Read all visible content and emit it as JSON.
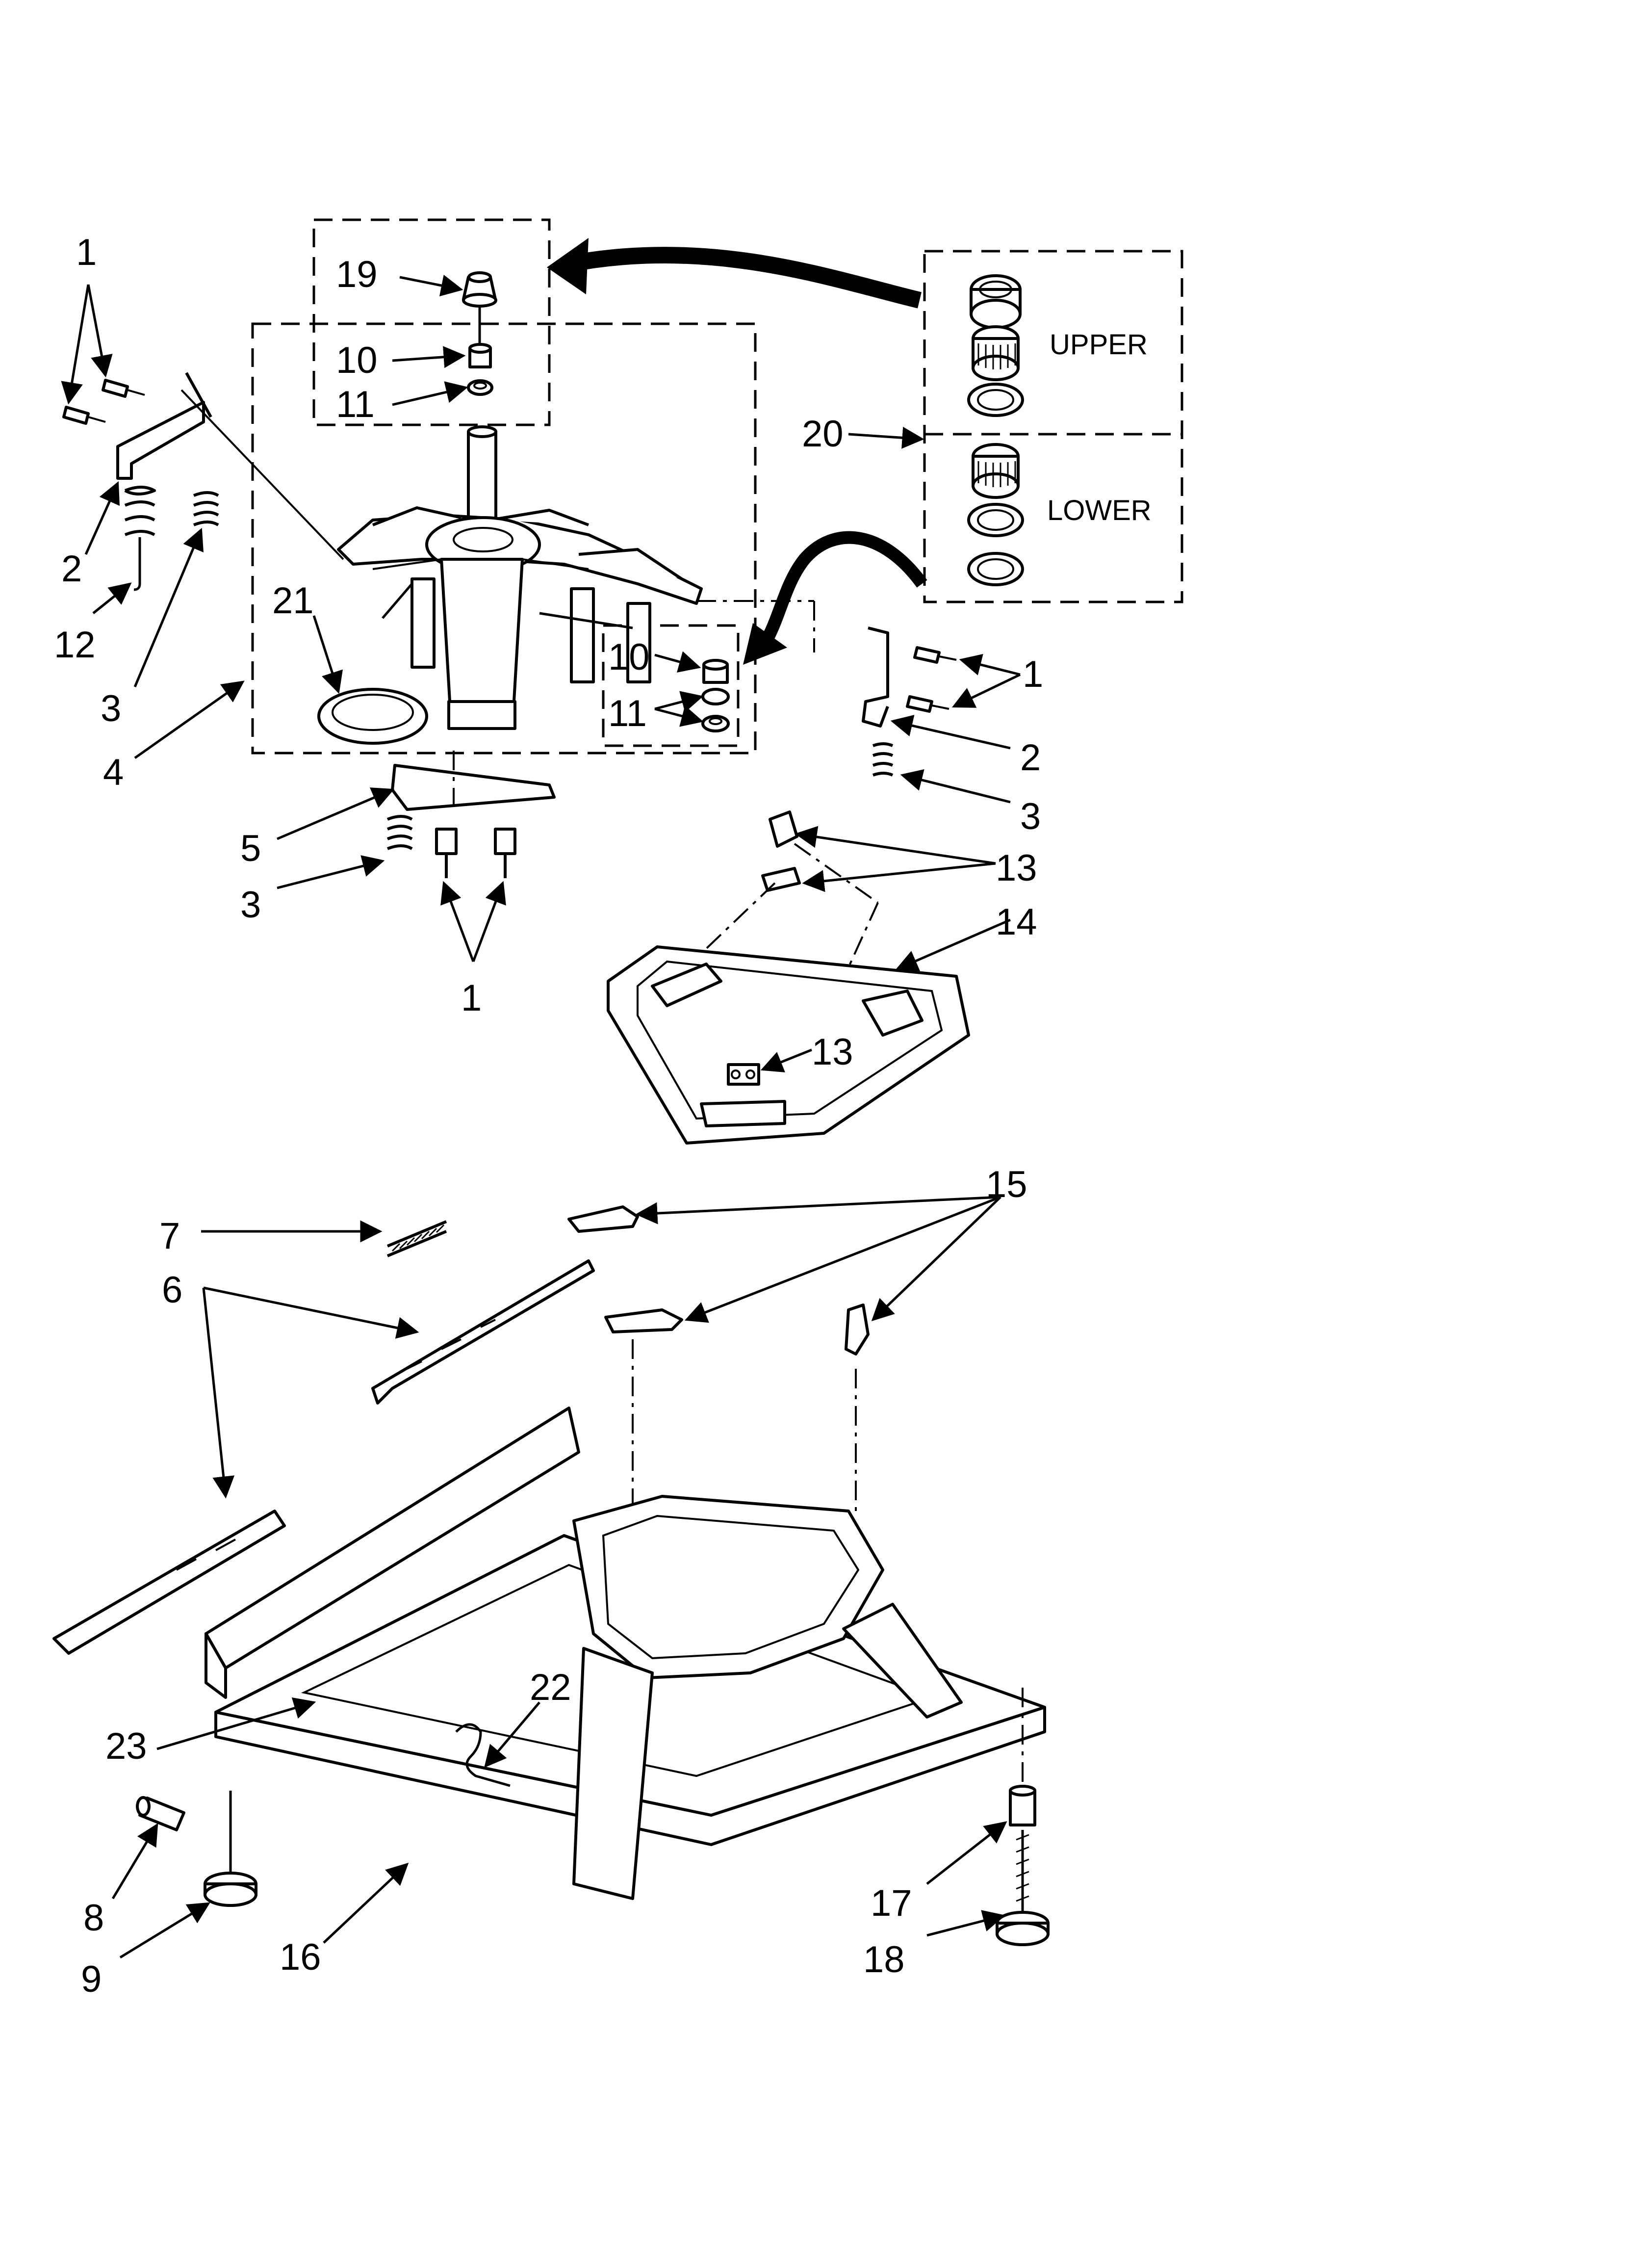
{
  "callouts": {
    "c1a": "1",
    "c2a": "2",
    "c12": "12",
    "c3a": "3",
    "c4": "4",
    "c19": "19",
    "c10a": "10",
    "c11a": "11",
    "c21": "21",
    "c10b": "10",
    "c11b": "11",
    "c20": "20",
    "c1b": "1",
    "c2b": "2",
    "c3b": "3",
    "c5": "5",
    "c3c": "3",
    "c1c": "1",
    "c13a": "13",
    "c14": "14",
    "c13b": "13",
    "c7": "7",
    "c6": "6",
    "c15": "15",
    "c22": "22",
    "c23": "23",
    "c8": "8",
    "c9": "9",
    "c16": "16",
    "c17": "17",
    "c18": "18"
  },
  "labels": {
    "upper": "UPPER",
    "lower": "LOWER"
  }
}
